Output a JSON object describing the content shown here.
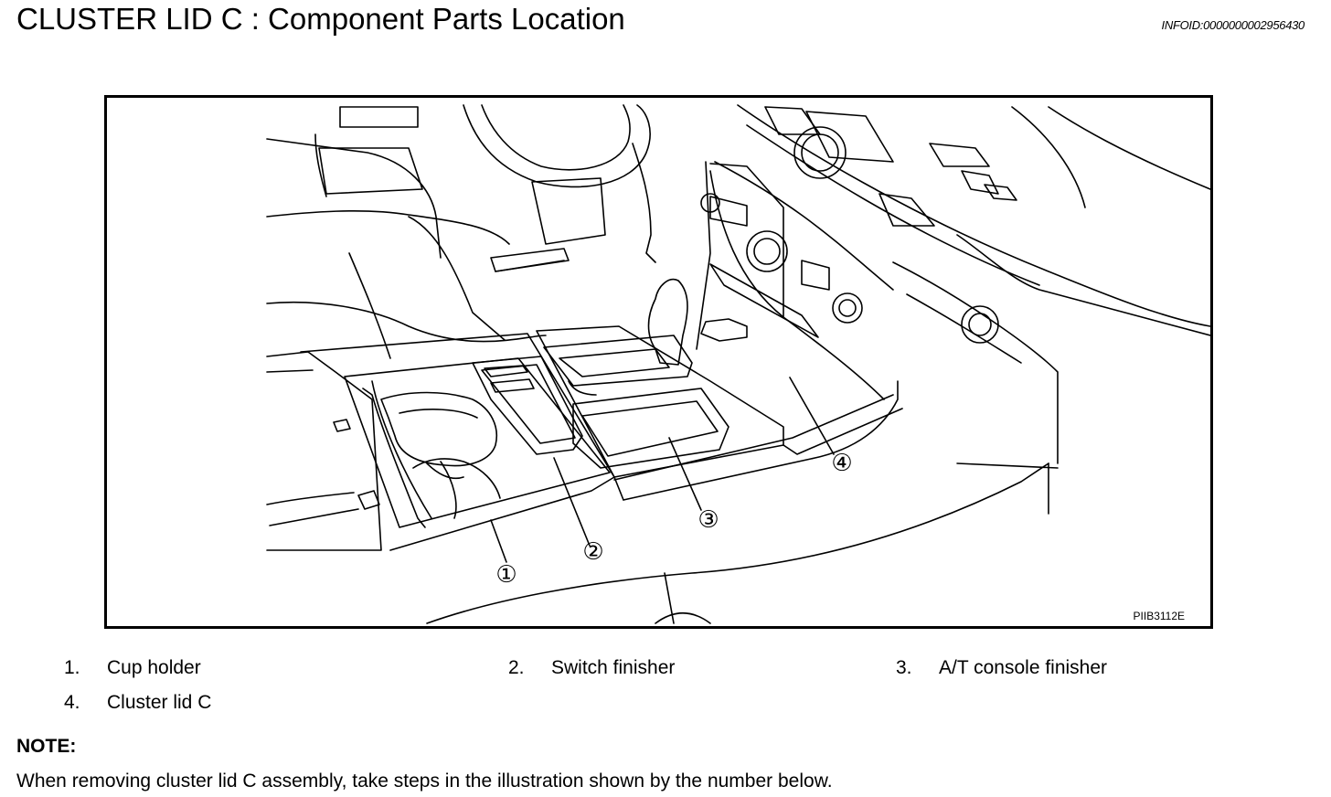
{
  "page": {
    "title": "CLUSTER LID C : Component Parts Location",
    "info_id": "INFOID:0000000002956430"
  },
  "figure": {
    "code": "PIIB3112E",
    "callouts": [
      "①",
      "②",
      "③",
      "④"
    ]
  },
  "legend": [
    {
      "num": "1.",
      "label": "Cup holder"
    },
    {
      "num": "2.",
      "label": "Switch finisher"
    },
    {
      "num": "3.",
      "label": "A/T console finisher"
    },
    {
      "num": "4.",
      "label": "Cluster lid C"
    }
  ],
  "note": {
    "heading": "NOTE:",
    "text": "When removing cluster lid C assembly, take steps in the illustration shown by the number below."
  }
}
